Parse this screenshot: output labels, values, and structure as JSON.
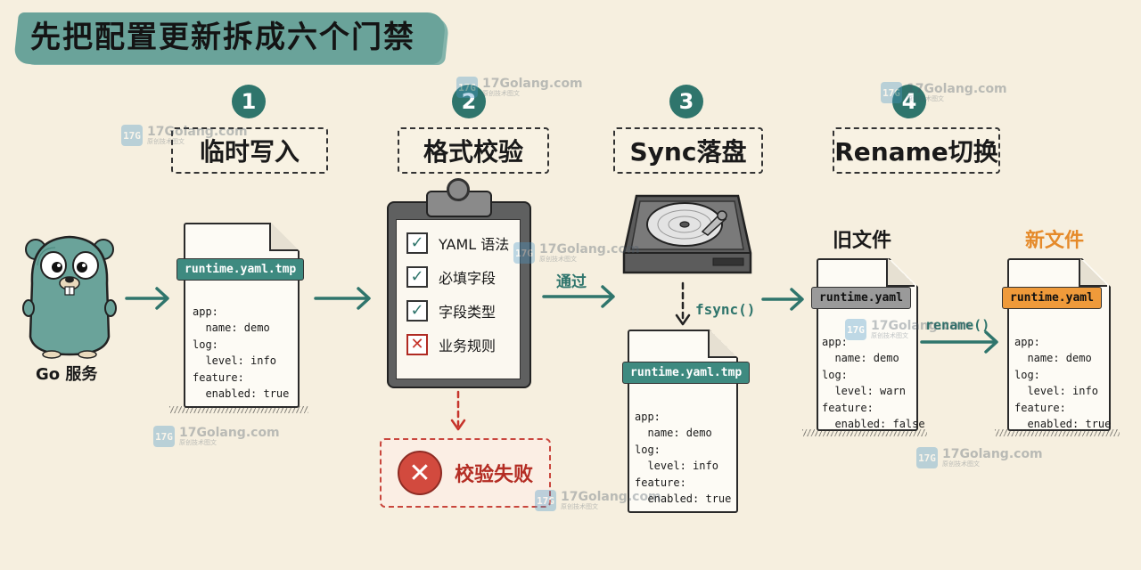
{
  "title": "先把配置更新拆成六个门禁",
  "steps": [
    {
      "number": "1",
      "label": "临时写入"
    },
    {
      "number": "2",
      "label": "格式校验"
    },
    {
      "number": "3",
      "label": "Sync落盘"
    },
    {
      "number": "4",
      "label": "Rename切换"
    }
  ],
  "service": {
    "label": "Go 服务"
  },
  "temp_file": {
    "name": "runtime.yaml.tmp",
    "lines": [
      "app:",
      "  name: demo",
      "log:",
      "  level: info",
      "feature:",
      "  enabled: true"
    ]
  },
  "checklist": {
    "items": [
      {
        "label": "YAML 语法",
        "status": "pass",
        "mark": "✓"
      },
      {
        "label": "必填字段",
        "status": "pass",
        "mark": "✓"
      },
      {
        "label": "字段类型",
        "status": "pass",
        "mark": "✓"
      },
      {
        "label": "业务规则",
        "status": "fail",
        "mark": "✕"
      }
    ]
  },
  "fail": {
    "label": "校验失败",
    "mark": "✕"
  },
  "pass_label": "通过",
  "fsync_label": "fsync()",
  "synced_file": {
    "name": "runtime.yaml.tmp",
    "lines": [
      "app:",
      "  name: demo",
      "log:",
      "  level: info",
      "feature:",
      "  enabled: true"
    ]
  },
  "old_file": {
    "heading": "旧文件",
    "name": "runtime.yaml",
    "lines": [
      "app:",
      "  name: demo",
      "log:",
      "  level: warn",
      "feature:",
      "  enabled: false"
    ]
  },
  "rename_label": "rename()",
  "new_file": {
    "heading": "新文件",
    "name": "runtime.yaml",
    "lines": [
      "app:",
      "  name: demo",
      "log:",
      "  level: info",
      "feature:",
      "  enabled: true"
    ]
  },
  "watermark": {
    "text": "17Golang.com",
    "sub": "原创技术图文",
    "logo": "17G"
  },
  "colors": {
    "background": "#f6efdf",
    "teal": "#2f756c",
    "title_brush": "#6aa39a",
    "fail_red": "#d24a3e",
    "new_orange": "#ef9a3a",
    "old_gray": "#9a9a9a"
  }
}
